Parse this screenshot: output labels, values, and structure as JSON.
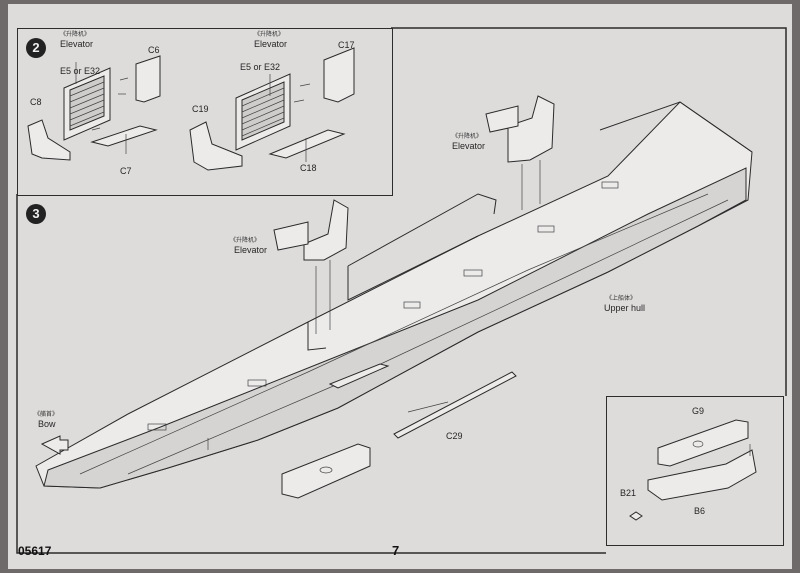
{
  "step2": {
    "number": "2",
    "left": {
      "elevator_cn": "《升降机》",
      "elevator_en": "Elevator",
      "part_e": "E5 or E32",
      "part_c6": "C6",
      "part_c8": "C8",
      "part_c7": "C7"
    },
    "right": {
      "elevator_cn": "《升降机》",
      "elevator_en": "Elevator",
      "part_e": "E5 or E32",
      "part_c17": "C17",
      "part_c19": "C19",
      "part_c18": "C18"
    }
  },
  "step3": {
    "number": "3",
    "elevator_a_cn": "《升降机》",
    "elevator_a_en": "Elevator",
    "elevator_b_cn": "《升降机》",
    "elevator_b_en": "Elevator",
    "upper_hull_cn": "《上船体》",
    "upper_hull_en": "Upper hull",
    "bow_cn": "《艏首》",
    "bow_en": "Bow",
    "part_c29": "C29"
  },
  "inset": {
    "part_g9": "G9",
    "part_b21": "B21",
    "part_b6": "B6"
  },
  "footer": {
    "kit_number": "05617",
    "page_number": "7"
  }
}
